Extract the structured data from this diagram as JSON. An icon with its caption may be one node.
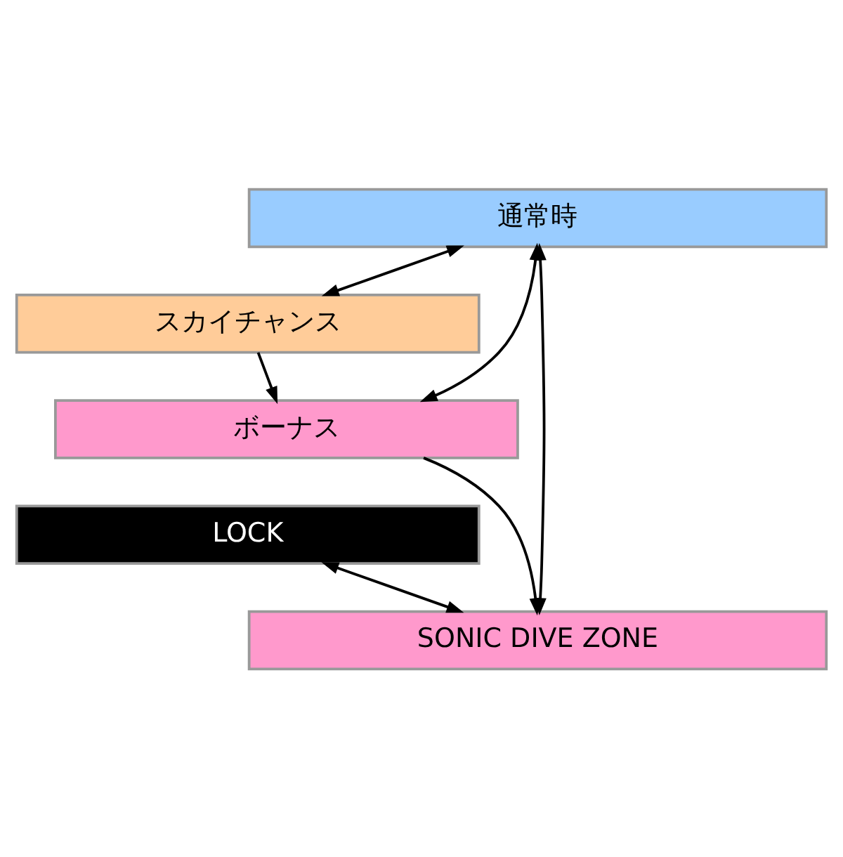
{
  "diagram": {
    "nodes": [
      {
        "text": [
          "通常時"
        ]
      },
      {
        "text": [
          "スカイチャンス"
        ]
      },
      {
        "text": [
          "ボーナス"
        ]
      },
      {
        "text": [
          "LOCK"
        ]
      },
      {
        "text": [
          "SONIC DIVE ZONE"
        ]
      }
    ],
    "edges": [
      {
        "from": 0,
        "to": 1,
        "arrow": "both"
      },
      {
        "from": 1,
        "to": 2,
        "arrow": "to"
      },
      {
        "from": 0,
        "to": 4,
        "arrow": "both"
      },
      {
        "from": 0,
        "to": 2,
        "arrow": "both"
      },
      {
        "from": 2,
        "to": 4,
        "arrow": "to"
      },
      {
        "from": 3,
        "to": 4,
        "arrow": "both"
      }
    ]
  }
}
